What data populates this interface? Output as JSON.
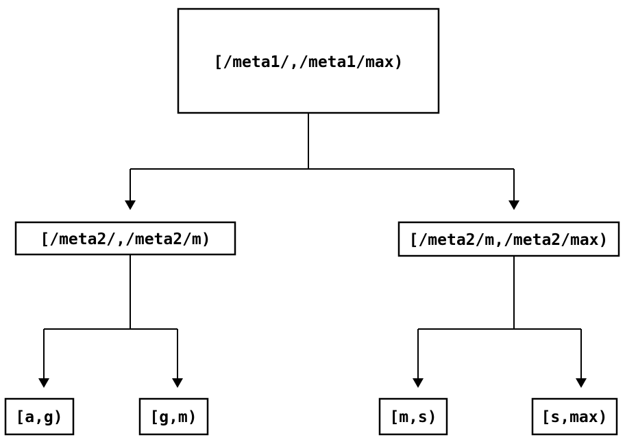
{
  "diagram": {
    "title": "interval-partition-tree",
    "colors": {
      "ink": "#000000",
      "background": "#ffffff"
    },
    "nodes": {
      "root": {
        "label": "[/meta1/,/meta1/max)"
      },
      "left": {
        "label": "[/meta2/,/meta2/m)"
      },
      "right": {
        "label": "[/meta2/m,/meta2/max)"
      },
      "leaf_ag": {
        "label": "[a,g)"
      },
      "leaf_gm": {
        "label": "[g,m)"
      },
      "leaf_ms": {
        "label": "[m,s)"
      },
      "leaf_smax": {
        "label": "[s,max)"
      }
    },
    "edges": [
      {
        "from": "root",
        "to": "left"
      },
      {
        "from": "root",
        "to": "right"
      },
      {
        "from": "left",
        "to": "leaf_ag"
      },
      {
        "from": "left",
        "to": "leaf_gm"
      },
      {
        "from": "right",
        "to": "leaf_ms"
      },
      {
        "from": "right",
        "to": "leaf_smax"
      }
    ]
  }
}
